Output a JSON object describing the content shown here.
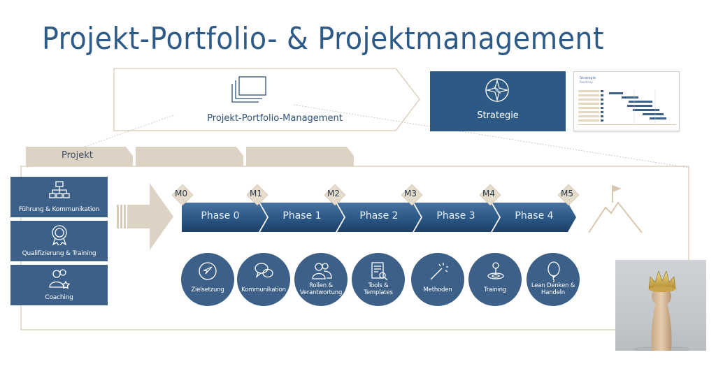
{
  "title": "Projekt-Portfolio- & Projektmanagement",
  "portfolio": {
    "label": "Projekt-Portfolio-Management",
    "icon": "stacked-windows-icon"
  },
  "strategie": {
    "label": "Strategie",
    "icon": "compass-icon",
    "thumbnail_title": "Strategie",
    "thumbnail_subtitle": "Roadmap"
  },
  "tabs": [
    {
      "label": "Projekt"
    },
    {
      "label": ""
    },
    {
      "label": ""
    }
  ],
  "side_buttons": [
    {
      "label": "Führung & Kommunikation",
      "icon": "org-chart-icon"
    },
    {
      "label": "Qualifizierung & Training",
      "icon": "award-badge-icon"
    },
    {
      "label": "Coaching",
      "icon": "people-star-icon"
    }
  ],
  "milestones": [
    "M0",
    "M1",
    "M2",
    "M3",
    "M4",
    "M5"
  ],
  "phases": [
    "Phase 0",
    "Phase 1",
    "Phase 2",
    "Phase 3",
    "Phase 4"
  ],
  "circles": [
    {
      "label": "Zielsetzung",
      "icon": "navigation-arrow-icon"
    },
    {
      "label": "Kommunikation",
      "icon": "chat-bubbles-icon"
    },
    {
      "label": "Rollen & Verantwortung",
      "icon": "people-icon"
    },
    {
      "label": "Tools & Templates",
      "icon": "document-search-icon"
    },
    {
      "label": "Methoden",
      "icon": "magic-wand-icon"
    },
    {
      "label": "Training",
      "icon": "person-target-icon"
    },
    {
      "label": "Lean Denken & Handeln",
      "icon": "balloon-icon"
    }
  ],
  "goal_icon": "mountain-flag-icon",
  "photo": "king-figure-photo",
  "colors": {
    "primary": "#2c5a84",
    "button": "#3d6088",
    "tan": "#ddd3c5",
    "title": "#2d5a86"
  }
}
